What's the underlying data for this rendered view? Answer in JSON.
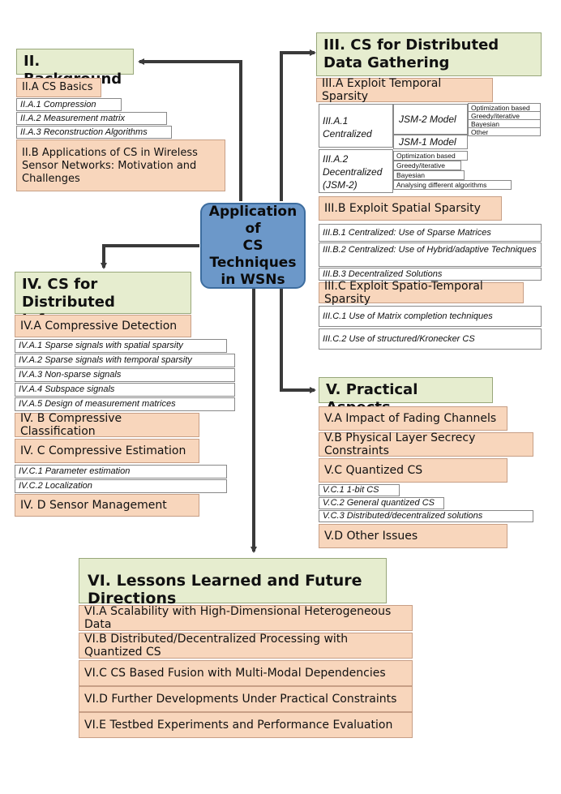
{
  "center": {
    "lines": [
      "Application of",
      "CS",
      "Techniques",
      "in  WSNs"
    ]
  },
  "background": {
    "title": "II. Background",
    "cs_basics": "II.A CS Basics",
    "subs": [
      "II.A.1 Compression",
      "II.A.2 Measurement matrix",
      "II.A.3 Reconstruction Algorithms"
    ],
    "applications": "II.B Applications of CS in Wireless Sensor Networks: Motivation and Challenges"
  },
  "gathering": {
    "title": "III. CS for Distributed Data Gathering",
    "temporal": "III.A Exploit Temporal Sparsity",
    "centralized": "III.A.1 Centralized",
    "jsm2": "JSM-2 Model",
    "jsm2_items": [
      "Optimization based",
      "Greedy/iterative",
      "Bayesian",
      "Other"
    ],
    "jsm1": "JSM-1 Model",
    "decentralized": "III.A.2 Decentralized (JSM-2)",
    "decentralized_items": [
      "Optimization based",
      "Greedy/iterative",
      "Bayesian",
      "Analysing different algorithms"
    ],
    "spatial": "III.B Exploit Spatial  Sparsity",
    "spatial_subs": [
      "III.B.1 Centralized: Use of Sparse Matrices",
      "III.B.2 Centralized: Use of Hybrid/adaptive Techniques",
      "III.B.3 Decentralized Solutions"
    ],
    "spatiotemporal": "III.C Exploit Spatio-Temporal  Sparsity",
    "spatiotemporal_subs": [
      "III.C.1 Use of Matrix completion techniques",
      "III.C.2 Use of structured/Kronecker CS"
    ]
  },
  "inference": {
    "title": "IV. CS for Distributed Inference",
    "detection": "IV.A Compressive Detection",
    "detection_subs": [
      "IV.A.1 Sparse signals  with spatial sparsity",
      "IV.A.2 Sparse signals with temporal  sparsity",
      "IV.A.3 Non-sparse signals",
      "IV.A.4 Subspace signals",
      "IV.A.5 Design of measurement matrices"
    ],
    "classification": "IV. B Compressive Classification",
    "estimation": "IV. C Compressive Estimation",
    "estimation_subs": [
      "IV.C.1 Parameter estimation",
      "IV.C.2 Localization"
    ],
    "sensor": "IV. D Sensor Management"
  },
  "practical": {
    "title": "V. Practical Aspects",
    "fading": "V.A Impact of Fading Channels",
    "secrecy": "V.B Physical Layer Secrecy Constraints",
    "quantized": "V.C Quantized CS",
    "quantized_subs": [
      "V.C.1 1-bit CS",
      "V.C.2 General quantized CS",
      "V.C.3 Distributed/decentralized solutions"
    ],
    "other": "V.D Other Issues"
  },
  "lessons": {
    "title": "VI. Lessons Learned and Future Directions",
    "items": [
      "VI.A Scalability with High-Dimensional Heterogeneous Data",
      "VI.B Distributed/Decentralized Processing with Quantized CS",
      "VI.C CS Based Fusion with Multi-Modal Dependencies",
      "VI.D Further Developments Under Practical Constraints",
      "VI.E Testbed Experiments and Performance Evaluation"
    ]
  },
  "colors": {
    "heading_fill": "#e6edcf",
    "section_fill": "#f8d6bc",
    "center_fill": "#6c98c9",
    "arrow": "#3a3a3a"
  }
}
